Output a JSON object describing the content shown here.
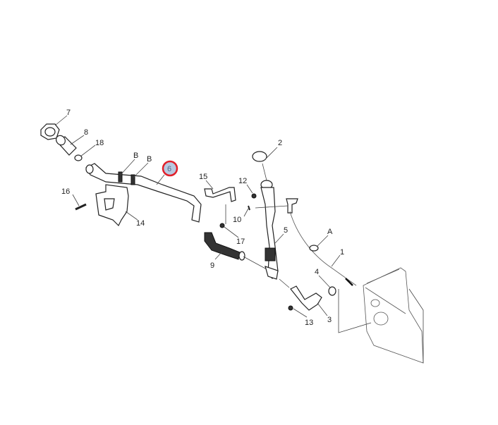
{
  "diagram": {
    "callouts": {
      "c1": "1",
      "c2": "2",
      "c3": "3",
      "c4": "4",
      "c5": "5",
      "c6": "6",
      "c7": "7",
      "c8": "8",
      "c9": "9",
      "c10": "10",
      "c12": "12",
      "c13": "13",
      "c14": "14",
      "c15": "15",
      "c16": "16",
      "c17": "17",
      "c18": "18",
      "cA": "A",
      "cB1": "B",
      "cB2": "B"
    },
    "highlighted_part": "6",
    "colors": {
      "highlight_ring": "#e0202a",
      "highlight_fill": "#b8c8e0",
      "line": "#222222"
    }
  }
}
